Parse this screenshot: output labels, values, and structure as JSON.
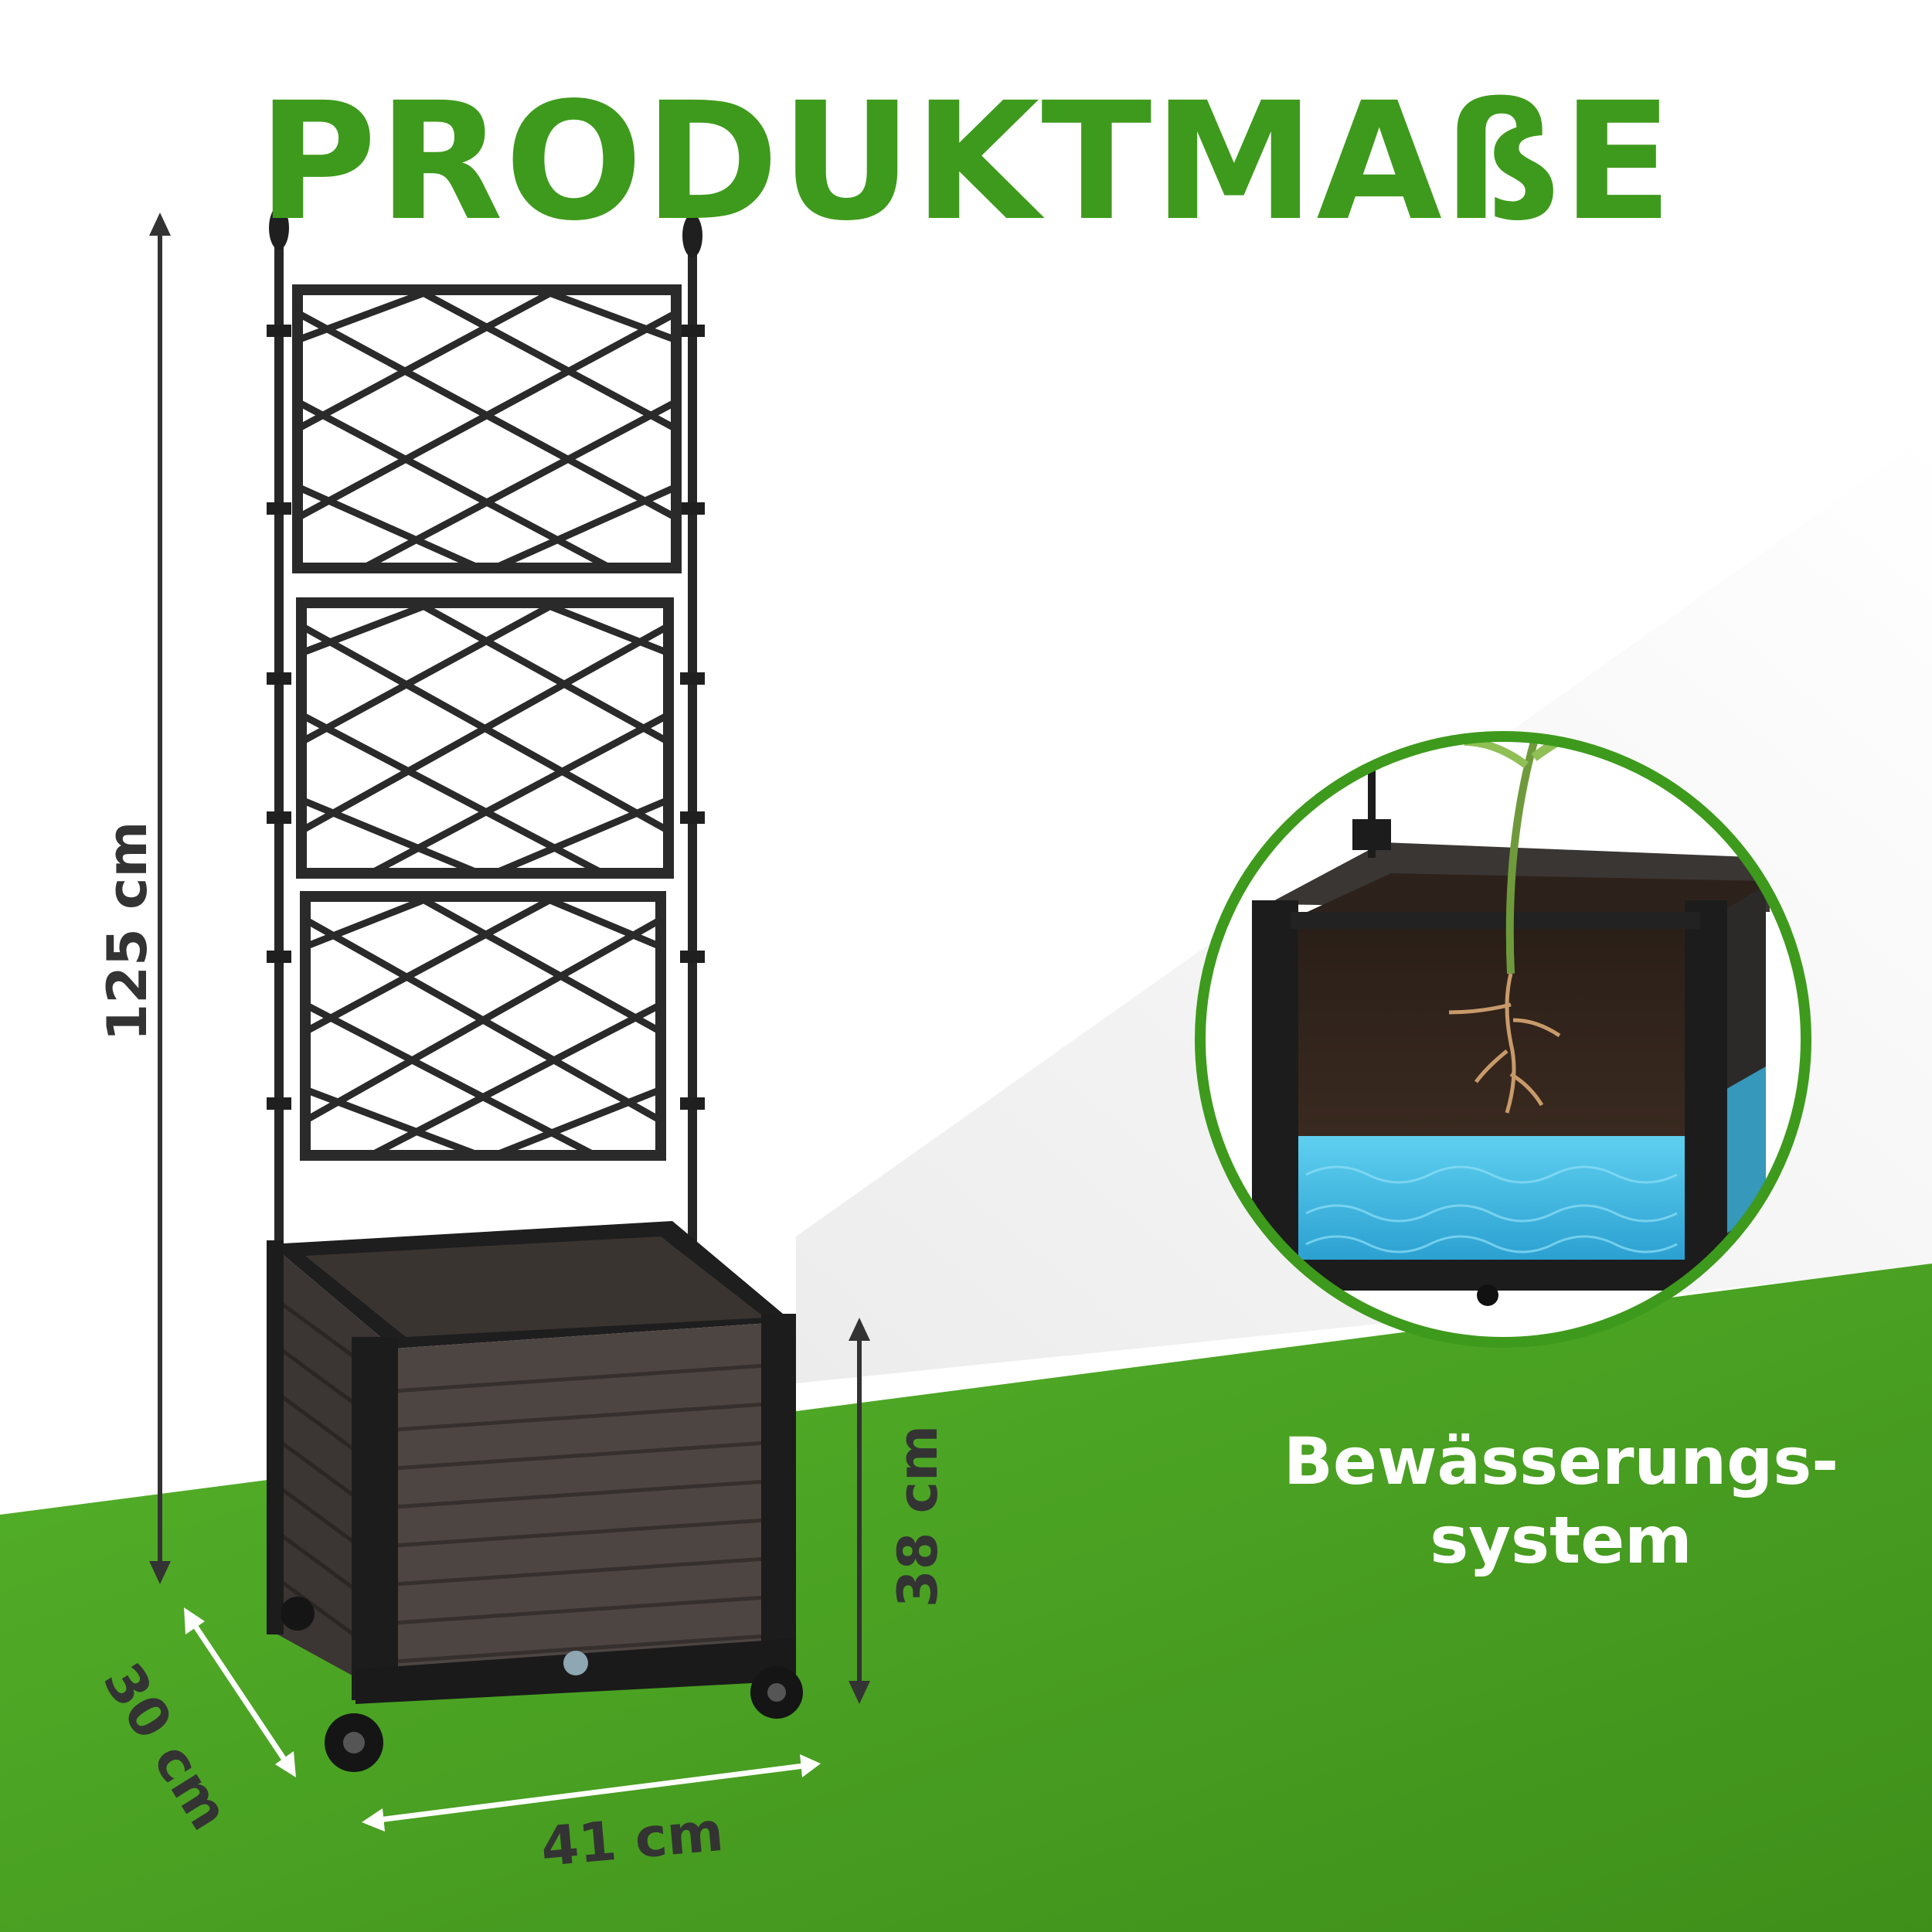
{
  "title": "PRODUKTMAßE",
  "dimensions": {
    "height_total": "125 cm",
    "height_box": "38 cm",
    "depth": "30 cm",
    "width": "41 cm"
  },
  "feature": {
    "line1": "Bewässerungs-",
    "line2": "system"
  },
  "colors": {
    "brand_green": "#3e9a1c",
    "ground_green": "#4aa524",
    "product_dark": "#2b2b2b",
    "water_blue": "#3ab4de"
  }
}
